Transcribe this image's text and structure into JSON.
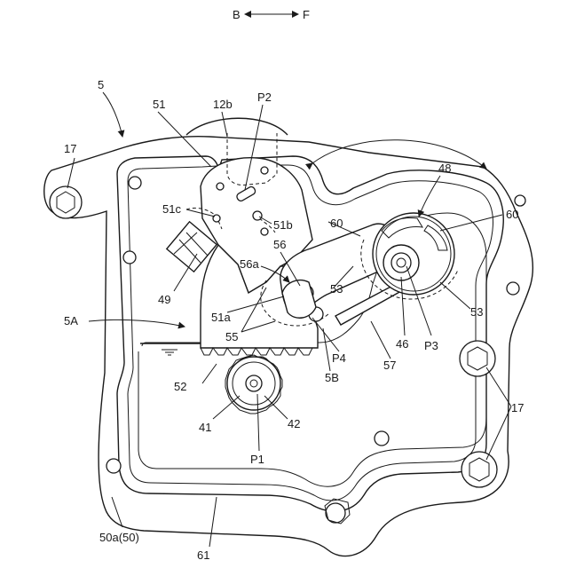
{
  "direction": {
    "left": "B",
    "right": "F"
  },
  "labels": {
    "l5": "5",
    "l17a": "17",
    "l17b": "17",
    "l51": "51",
    "l12b": "12b",
    "lP2": "P2",
    "l48": "48",
    "l51c": "51c",
    "l51b": "51b",
    "l60a": "60",
    "l60b": "60",
    "l56": "56",
    "l56a": "56a",
    "l53a": "53",
    "l53b": "53",
    "l49": "49",
    "l5A": "5A",
    "l51a": "51a",
    "l55": "55",
    "l46": "46",
    "lP3": "P3",
    "lP4": "P4",
    "l5B": "5B",
    "l57": "57",
    "l52": "52",
    "l41": "41",
    "l42": "42",
    "lP1": "P1",
    "l50a": "50a(50)",
    "l61": "61"
  }
}
